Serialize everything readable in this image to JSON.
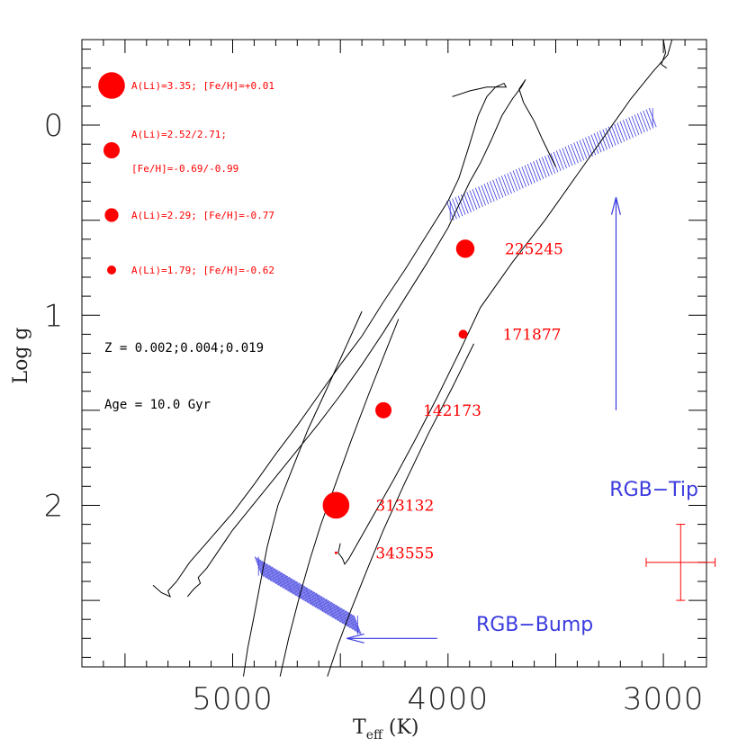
{
  "chart_data": {
    "type": "scatter",
    "title": "",
    "xlabel": "T",
    "xlabel_sub": "eff",
    "xlabel_unit": " (K)",
    "ylabel": "Log g",
    "xlim": [
      5700,
      2800
    ],
    "ylim": [
      -0.45,
      2.85
    ],
    "x_ticks": [
      {
        "value": 5000,
        "label": "5000"
      },
      {
        "value": 4000,
        "label": "4000"
      },
      {
        "value": 3000,
        "label": "3000"
      }
    ],
    "y_ticks": [
      {
        "value": 0,
        "label": "0"
      },
      {
        "value": 1,
        "label": "1"
      },
      {
        "value": 2,
        "label": "2"
      }
    ],
    "grid": false,
    "stars": [
      {
        "id": "225245",
        "teff": 3920,
        "logg": 0.65,
        "ali": 2.71
      },
      {
        "id": "171877",
        "teff": 3930,
        "logg": 1.1,
        "ali": 1.79
      },
      {
        "id": "142173",
        "teff": 4300,
        "logg": 1.5,
        "ali": 2.52
      },
      {
        "id": "313132",
        "teff": 4520,
        "logg": 2.0,
        "ali": 3.35
      },
      {
        "id": "343555",
        "teff": 4520,
        "logg": 2.25,
        "ali": 0.8
      }
    ],
    "legend": [
      {
        "text": "A(Li)=3.35; [Fe/H]=+0.01",
        "ali": 3.35
      },
      {
        "text": "A(Li)=2.52/2.71;",
        "text2": "[Fe/H]=-0.69/-0.99",
        "ali": 2.52
      },
      {
        "text": "A(Li)=2.29; [Fe/H]=-0.77",
        "ali": 2.29
      },
      {
        "text": "A(Li)=1.79; [Fe/H]=-0.62",
        "ali": 1.79
      }
    ],
    "notes": [
      "Z = 0.002;0.004;0.019",
      "Age = 10.0 Gyr"
    ],
    "annotations": [
      {
        "text": "RGB−Tip",
        "teff": 3250,
        "logg": 1.95
      },
      {
        "text": "RGB−Bump",
        "teff": 3870,
        "logg": 2.66
      }
    ],
    "arrows": [
      {
        "name": "tip-arrow",
        "from": [
          3220,
          1.5
        ],
        "to": [
          3220,
          0.38
        ]
      },
      {
        "name": "bump-arrow",
        "from": [
          4050,
          2.7
        ],
        "to": [
          4470,
          2.7
        ]
      }
    ],
    "bands": [
      {
        "name": "rgb-tip-band",
        "from": [
          3990,
          0.45
        ],
        "to": [
          3050,
          -0.04
        ],
        "half_width": 0.05
      },
      {
        "name": "rgb-bump-band",
        "from": [
          4880,
          2.32
        ],
        "to": [
          4420,
          2.63
        ],
        "half_width": 0.05
      }
    ],
    "error_bar": {
      "teff": 2920,
      "logg": 2.3,
      "dteff": 160,
      "dlogg": 0.2
    },
    "tracks": [
      {
        "name": "isochrone-z0002",
        "points": [
          [
            5370,
            2.42
          ],
          [
            5330,
            2.46
          ],
          [
            5290,
            2.48
          ],
          [
            5300,
            2.45
          ],
          [
            5260,
            2.4
          ],
          [
            5200,
            2.3
          ],
          [
            5100,
            2.17
          ],
          [
            5000,
            2.04
          ],
          [
            4900,
            1.89
          ],
          [
            4800,
            1.73
          ],
          [
            4700,
            1.58
          ],
          [
            4600,
            1.42
          ],
          [
            4500,
            1.26
          ],
          [
            4400,
            1.11
          ],
          [
            4300,
            0.93
          ],
          [
            4200,
            0.76
          ],
          [
            4100,
            0.58
          ],
          [
            4000,
            0.4
          ],
          [
            3950,
            0.28
          ],
          [
            3900,
            0.1
          ],
          [
            3860,
            -0.05
          ],
          [
            3820,
            -0.15
          ],
          [
            3780,
            -0.2
          ],
          [
            3740,
            -0.22
          ],
          [
            3730,
            -0.2
          ],
          [
            3820,
            -0.2
          ],
          [
            3900,
            -0.18
          ],
          [
            3980,
            -0.15
          ]
        ]
      },
      {
        "name": "isochrone-z0004",
        "points": [
          [
            5210,
            2.48
          ],
          [
            5180,
            2.44
          ],
          [
            5150,
            2.41
          ],
          [
            5160,
            2.38
          ],
          [
            5120,
            2.33
          ],
          [
            5000,
            2.13
          ],
          [
            4900,
            1.99
          ],
          [
            4800,
            1.85
          ],
          [
            4700,
            1.71
          ],
          [
            4600,
            1.57
          ],
          [
            4500,
            1.42
          ],
          [
            4400,
            1.26
          ],
          [
            4300,
            1.09
          ],
          [
            4200,
            0.91
          ],
          [
            4100,
            0.73
          ],
          [
            4000,
            0.54
          ],
          [
            3950,
            0.42
          ],
          [
            3900,
            0.3
          ],
          [
            3850,
            0.2
          ],
          [
            3800,
            0.08
          ],
          [
            3750,
            -0.05
          ],
          [
            3700,
            -0.14
          ],
          [
            3660,
            -0.2
          ],
          [
            3640,
            -0.24
          ],
          [
            3670,
            -0.19
          ],
          [
            3650,
            -0.12
          ],
          [
            3600,
            -0.02
          ],
          [
            3560,
            0.08
          ],
          [
            3500,
            0.22
          ]
        ]
      },
      {
        "name": "isochrone-z0019",
        "points": [
          [
            4500,
            2.2
          ],
          [
            4510,
            2.25
          ],
          [
            4490,
            2.28
          ],
          [
            4480,
            2.31
          ],
          [
            4460,
            2.28
          ],
          [
            4420,
            2.2
          ],
          [
            4350,
            2.06
          ],
          [
            4250,
            1.86
          ],
          [
            4150,
            1.65
          ],
          [
            4050,
            1.43
          ],
          [
            3950,
            1.2
          ],
          [
            3850,
            0.96
          ],
          [
            3700,
            0.72
          ],
          [
            3550,
            0.5
          ],
          [
            3400,
            0.26
          ],
          [
            3250,
            0.02
          ],
          [
            3150,
            -0.14
          ],
          [
            3050,
            -0.28
          ],
          [
            2980,
            -0.37
          ],
          [
            2960,
            -0.45
          ]
        ]
      },
      {
        "name": "rgb-lower-z0002",
        "points": [
          [
            4950,
            2.9
          ],
          [
            4930,
            2.75
          ],
          [
            4900,
            2.58
          ],
          [
            4870,
            2.4
          ],
          [
            4840,
            2.22
          ],
          [
            4790,
            2.0
          ],
          [
            4720,
            1.8
          ],
          [
            4650,
            1.6
          ],
          [
            4560,
            1.38
          ],
          [
            4480,
            1.18
          ],
          [
            4400,
            0.98
          ]
        ]
      },
      {
        "name": "rgb-lower-z0004",
        "points": [
          [
            4780,
            2.9
          ],
          [
            4740,
            2.7
          ],
          [
            4690,
            2.48
          ],
          [
            4640,
            2.28
          ],
          [
            4590,
            2.1
          ],
          [
            4520,
            1.88
          ],
          [
            4450,
            1.66
          ],
          [
            4370,
            1.42
          ],
          [
            4300,
            1.22
          ],
          [
            4230,
            1.02
          ]
        ]
      },
      {
        "name": "rgb-lower-z0019",
        "points": [
          [
            4560,
            2.9
          ],
          [
            4510,
            2.73
          ],
          [
            4450,
            2.55
          ],
          [
            4380,
            2.35
          ],
          [
            4300,
            2.13
          ],
          [
            4200,
            1.88
          ],
          [
            4090,
            1.62
          ],
          [
            3980,
            1.38
          ],
          [
            3880,
            1.15
          ]
        ]
      },
      {
        "name": "tip-z0019",
        "points": [
          [
            3000,
            -0.45
          ],
          [
            2990,
            -0.38
          ],
          [
            3010,
            -0.32
          ],
          [
            2985,
            -0.3
          ]
        ]
      }
    ]
  }
}
